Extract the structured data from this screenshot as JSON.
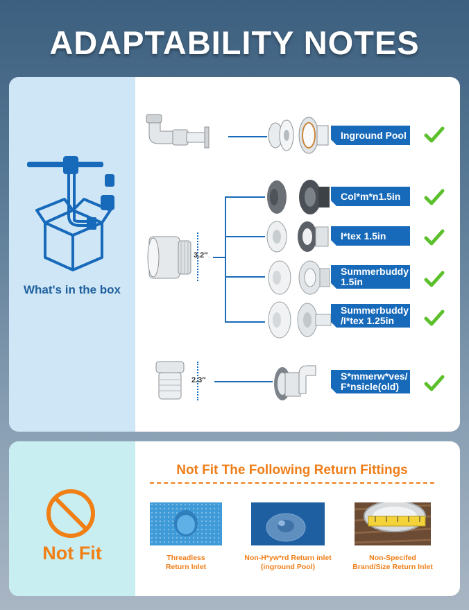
{
  "title": "ADAPTABILITY NOTES",
  "box_label": "What's in the box",
  "dimensions": {
    "large": "3.2″",
    "small": "2.3″"
  },
  "compatible": [
    {
      "line1": "Inground Pool",
      "line2": ""
    },
    {
      "line1": "Col*m*n1.5in",
      "line2": ""
    },
    {
      "line1": "I*tex 1.5in",
      "line2": ""
    },
    {
      "line1": "Summerbuddy",
      "line2": "1.5in"
    },
    {
      "line1": "Summerbuddy",
      "line2": "/I*tex 1.25in"
    },
    {
      "line1": "S*mmerw*ves/",
      "line2": "F*nsicle(old)"
    }
  ],
  "not_fit": {
    "label": "Not Fit",
    "heading": "Not Fit The Following Return Fittings",
    "items": [
      {
        "line1": "Threadless",
        "line2": "Return Inlet"
      },
      {
        "line1": "Non-H*yw*rd Return inlet",
        "line2": "(inground Pool)"
      },
      {
        "line1": "Non-Specifed",
        "line2": "Brand/Size Return Inlet"
      }
    ]
  },
  "colors": {
    "tag": "#1769b9",
    "check": "#5cc02c",
    "accent": "#ef7d17",
    "icon": "#1769b9"
  }
}
